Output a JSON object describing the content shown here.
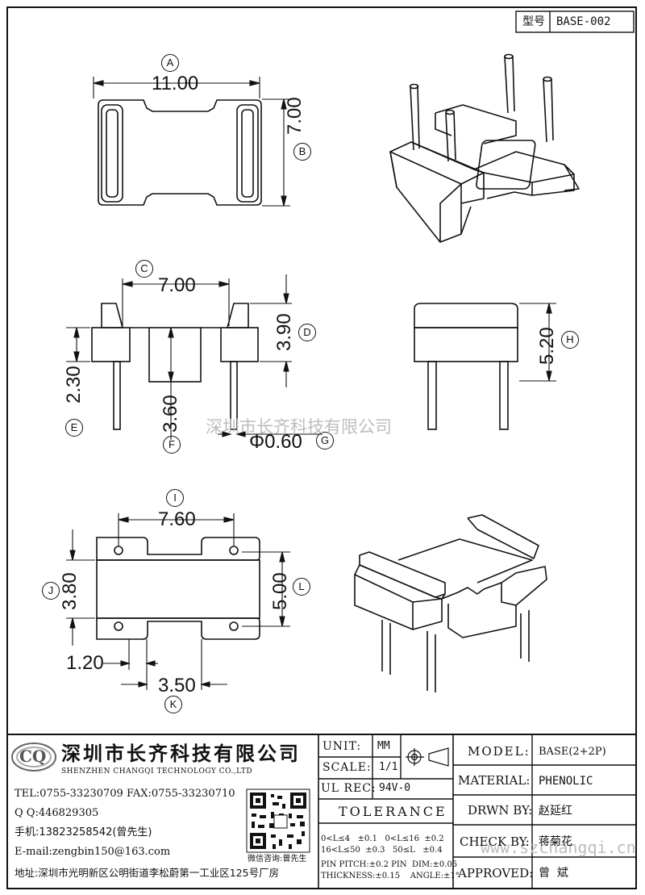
{
  "header": {
    "type_label": "型号",
    "type_value": "BASE-002"
  },
  "dimensions": {
    "A": "11.00",
    "B": "7.00",
    "C": "7.00",
    "D": "3.90",
    "E": "2.30",
    "F": "3.60",
    "G": "Φ0.60",
    "H": "5.20",
    "I": "7.60",
    "J": "3.80",
    "K": "3.50",
    "L": "5.00",
    "side": "1.20"
  },
  "labels": [
    "A",
    "B",
    "C",
    "D",
    "E",
    "F",
    "G",
    "H",
    "I",
    "J",
    "K",
    "L"
  ],
  "watermark": {
    "center": "深圳市长齐科技有限公司",
    "corner": "www.szchangqi.cn"
  },
  "company": {
    "logo": "CQ",
    "name_cn": "深圳市长齐科技有限公司",
    "name_en": "SHENZHEN CHANGQI TECHNOLOGY CO.,LTD",
    "tel": "TEL:0755-33230709  FAX:0755-33230710",
    "qq": "Q Q:446829305",
    "mobile": "手机:13823258542(曾先生)",
    "email": "E-mail:zengbin150@163.com",
    "address": "地址:深圳市光明新区公明街道李松蔚第一工业区125号厂房",
    "qr_caption": "微信咨询:曾先生"
  },
  "specs": {
    "unit_label": "UNIT:",
    "unit_value": "MM",
    "scale_label": "SCALE:",
    "scale_value": "1/1",
    "ulrec_label": "UL REC:",
    "ulrec_value": "94V-0",
    "tolerance_title": "TOLERANCE",
    "tol1": "0<L≤4   ±0.1   0<L≤16  ±0.2",
    "tol2": "16<L≤50  ±0.3   50≤L   ±0.4",
    "tol3": "PIN PITCH:±0.2 PIN  DIM:±0.05",
    "tol4": "THICKNESS:±0.15    ANGLE:±1°"
  },
  "title_block": {
    "model_label": "MODEL:",
    "model_value": "BASE(2+2P)",
    "material_label": "MATERIAL:",
    "material_value": "PHENOLIC",
    "drawn_label": "DRWN BY:",
    "drawn_value": "赵延红",
    "check_label": "CHECK BY:",
    "check_value": "蒋菊花",
    "approved_label": "APPROVED:",
    "approved_value": "曾  斌"
  }
}
